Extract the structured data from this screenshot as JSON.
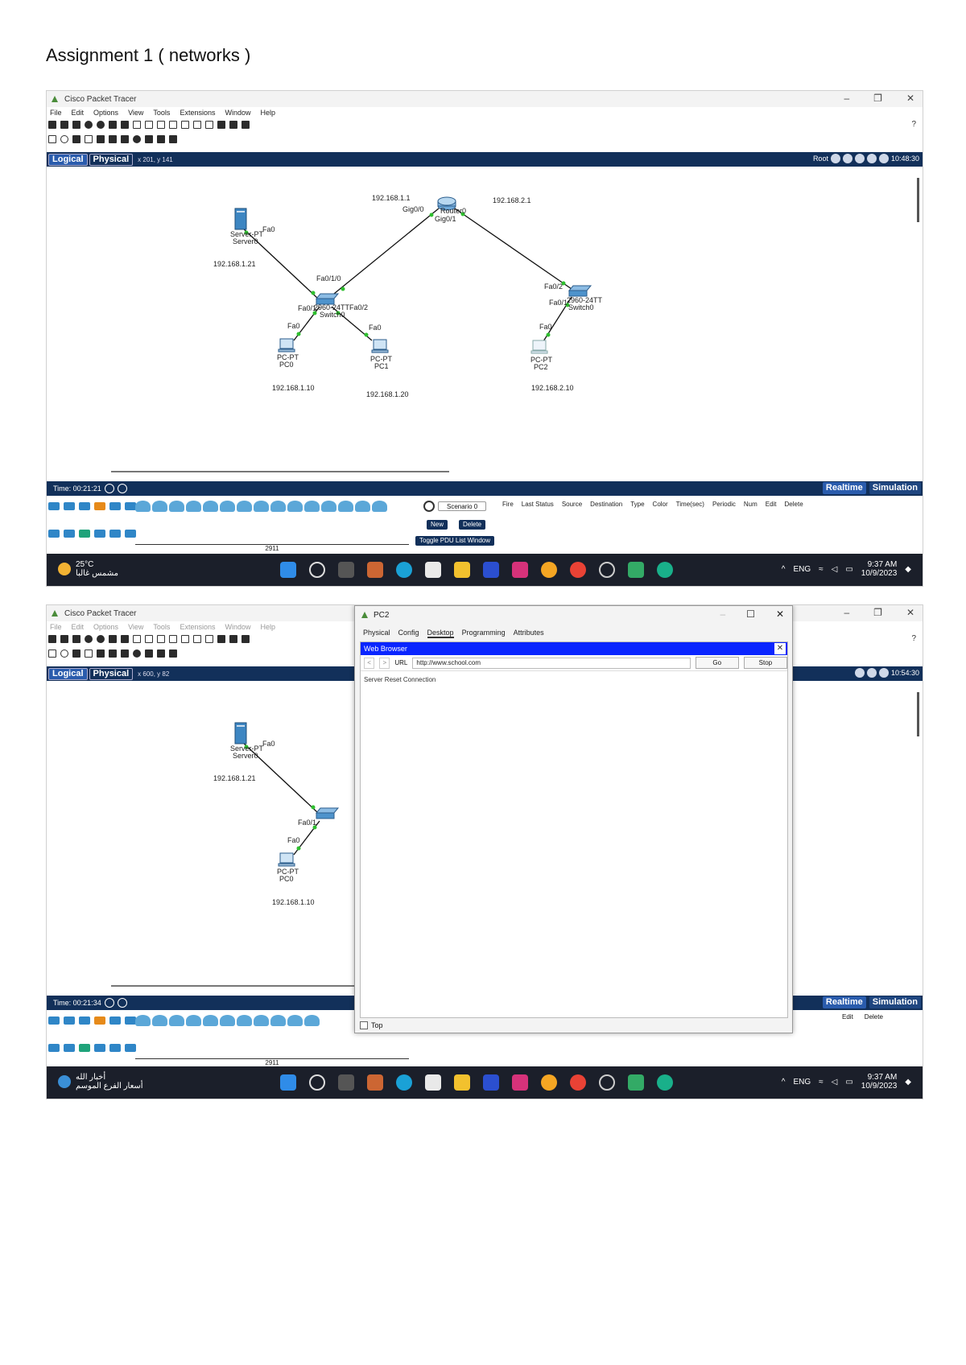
{
  "document": {
    "title": "Assignment 1 ( networks )"
  },
  "app": {
    "window_title": "Cisco Packet Tracer",
    "menu": [
      "File",
      "Edit",
      "Options",
      "View",
      "Tools",
      "Extensions",
      "Window",
      "Help"
    ],
    "help": "?",
    "tabs": {
      "logical": "Logical",
      "physical": "Physical"
    },
    "realtime": "Realtime",
    "simulation": "Simulation",
    "root": "Root"
  },
  "screenshot1": {
    "coords": "x 201, y 141",
    "clock_right": "10:48:30",
    "time": "Time: 00:21:21",
    "model_label": "2911",
    "devices": {
      "router": {
        "ip_left": "192.168.1.1",
        "ip_right": "192.168.2.1",
        "port_left": "Gig0/0",
        "port_right": "Gig0/1",
        "name": "Router0"
      },
      "server": {
        "model": "Server-PT",
        "name": "Server0",
        "port": "Fa0",
        "ip": "192.168.1.21"
      },
      "switch0": {
        "model": "2960-24TT",
        "name": "Switch0",
        "port_up": "Fa0/1/0",
        "port_left": "Fa0/1",
        "port_right": "Fa0/2"
      },
      "switch1": {
        "model": "2960-24TT",
        "name": "Switch0",
        "port_up": "Fa0/2",
        "port_down": "Fa0/1"
      },
      "pc0": {
        "model": "PC-PT",
        "name": "PC0",
        "port": "Fa0",
        "ip": "192.168.1.10"
      },
      "pc1": {
        "model": "PC-PT",
        "name": "PC1",
        "port": "Fa0",
        "ip": "192.168.1.20"
      },
      "pc2": {
        "model": "PC-PT",
        "name": "PC2",
        "port": "Fa0",
        "ip": "192.168.2.10"
      }
    },
    "scenario": "Scenario 0",
    "pdu_cols": [
      "Fire",
      "Last Status",
      "Source",
      "Destination",
      "Type",
      "Color",
      "Time(sec)",
      "Periodic",
      "Num",
      "Edit",
      "Delete"
    ],
    "buttons": {
      "new": "New",
      "delete": "Delete",
      "toggle": "Toggle PDU List Window"
    },
    "weather": {
      "temp": "25°C",
      "desc": "مشمس غالبا"
    },
    "taskbar_clock": {
      "time": "9:37 AM",
      "date": "10/9/2023"
    },
    "lang": "ENG"
  },
  "screenshot2": {
    "coords": "x 600, y 82",
    "clock_right": "10:54:30",
    "time": "Time: 00:21:34",
    "model_label": "2911",
    "edit_delete": [
      "Edit",
      "Delete"
    ],
    "pc_window": {
      "title": "PC2",
      "tabs": [
        "Physical",
        "Config",
        "Desktop",
        "Programming",
        "Attributes"
      ],
      "active_tab": "Desktop",
      "browser_title": "Web Browser",
      "url_label": "URL",
      "url": "http://www.school.com",
      "go": "Go",
      "stop": "Stop",
      "content": "Server Reset Connection",
      "top_label": "Top"
    },
    "weather": {
      "title": "أخبار الله",
      "desc": "أسعار الفرع الموسم"
    },
    "taskbar_clock": {
      "time": "9:37 AM",
      "date": "10/9/2023"
    },
    "lang": "ENG"
  }
}
